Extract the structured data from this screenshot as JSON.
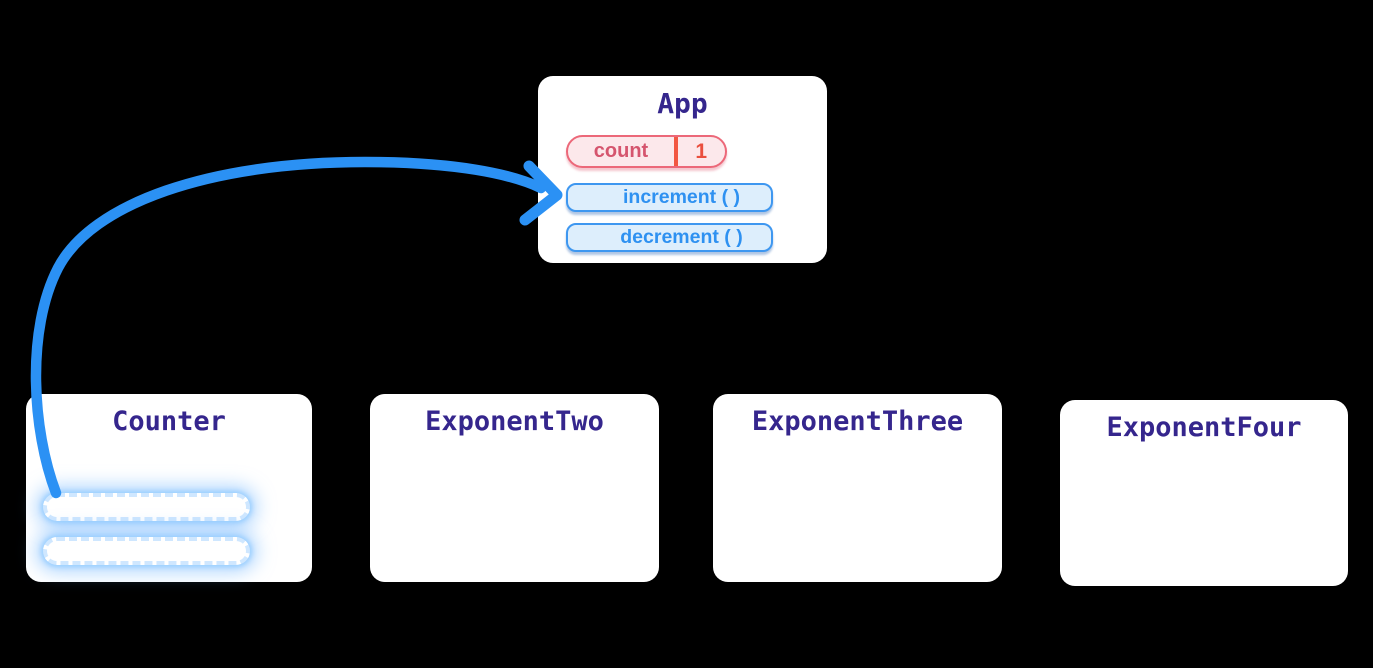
{
  "app_card": {
    "title": "App",
    "state_pill": {
      "name": "count",
      "value": "1"
    },
    "methods": [
      {
        "label": "increment ( )"
      },
      {
        "label": "decrement ( )"
      }
    ]
  },
  "children": [
    {
      "title": "Counter"
    },
    {
      "title": "ExponentTwo"
    },
    {
      "title": "ExponentThree"
    },
    {
      "title": "ExponentFour"
    }
  ],
  "arrow": {
    "from": "counter-ghost-pill-1",
    "to": "increment-method-pill",
    "color": "#2b91f4"
  },
  "palette": {
    "background": "#000000",
    "card_bg": "#ffffff",
    "title_text": "#35268d",
    "state_border": "#ec6879",
    "state_bg": "#fce8eb",
    "state_name_text": "#d5556e",
    "state_value_text": "#ea4f3e",
    "state_divider": "#f25742",
    "method_border": "#3e97f0",
    "method_bg": "#ddeefc",
    "method_text": "#2e91f1",
    "arrow": "#2b91f4"
  }
}
